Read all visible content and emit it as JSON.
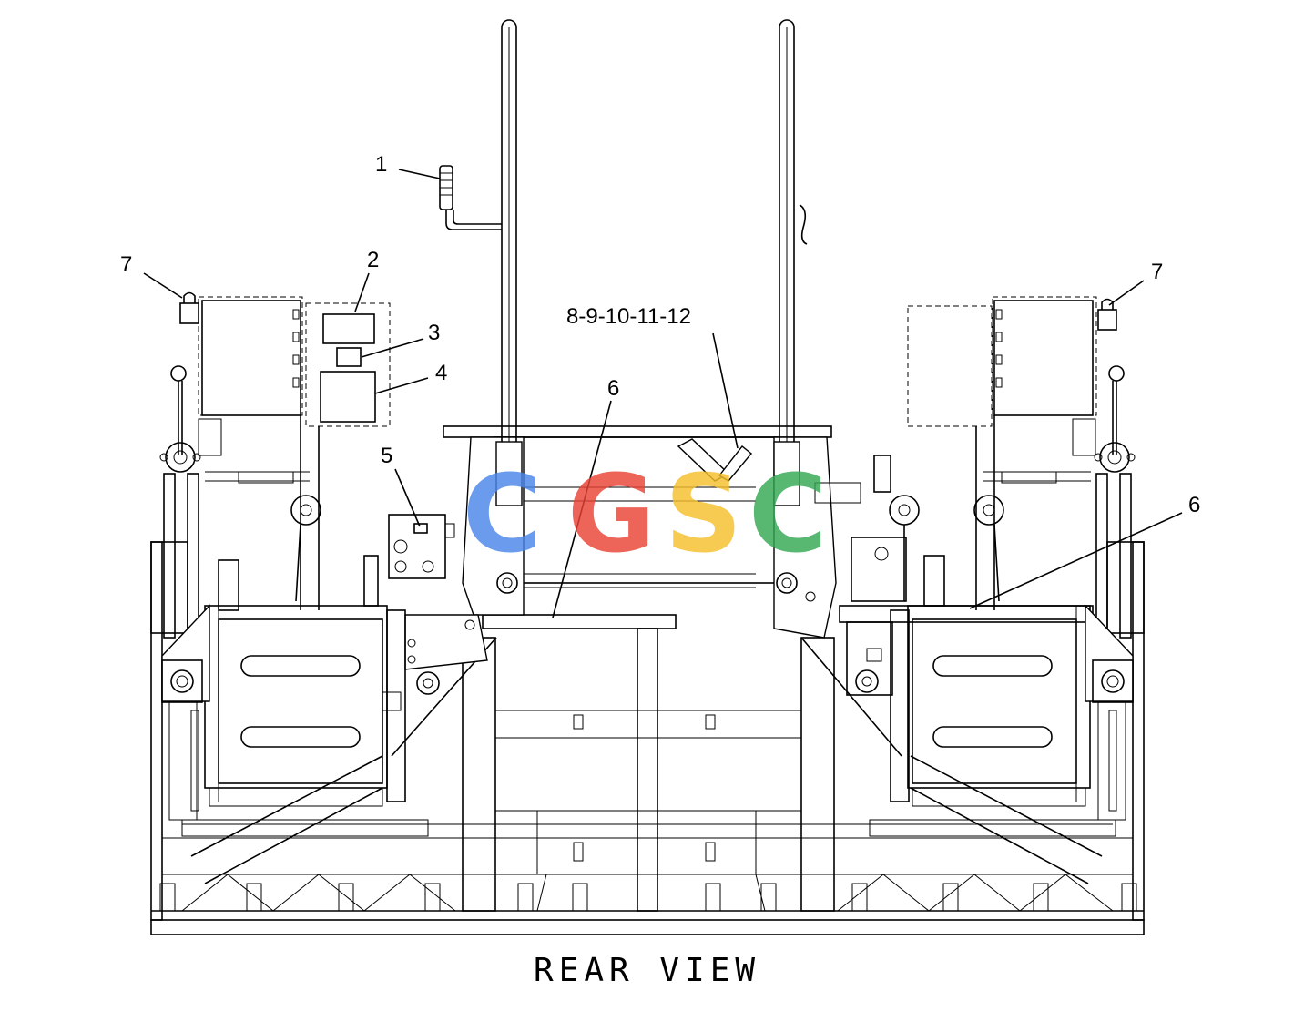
{
  "callouts": {
    "c1": "1",
    "c2": "2",
    "c3": "3",
    "c4": "4",
    "c5": "5",
    "c6a": "6",
    "c6b": "6",
    "c7a": "7",
    "c7b": "7",
    "c8": "8-9-10-11-12"
  },
  "caption": "REAR VIEW",
  "watermark": {
    "letters": [
      "C",
      "G",
      "S",
      "C"
    ],
    "colors": [
      "#4a86e8",
      "#ea4335",
      "#f6c02c",
      "#34a853"
    ]
  }
}
